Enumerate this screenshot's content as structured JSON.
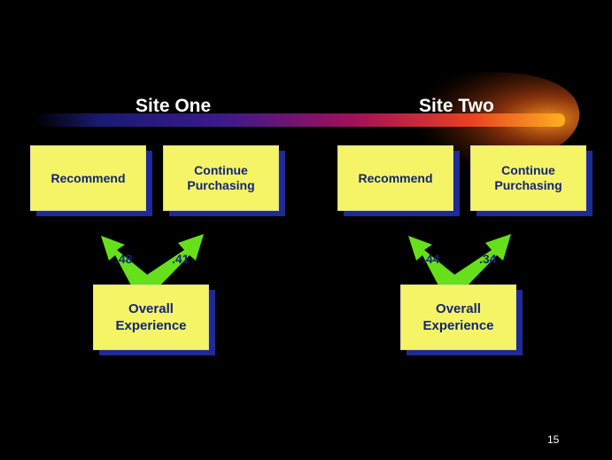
{
  "colors": {
    "background": "#000000",
    "box_fill": "#f4f466",
    "box_shadow": "#1e2a96",
    "box_text": "#14247a",
    "arrow": "#66e01a",
    "title_text": "#ffffff"
  },
  "sites": [
    {
      "title": "Site One",
      "recommend": "Recommend",
      "continue": "Continue\nPurchasing",
      "overall": "Overall\nExperience",
      "coef_recommend": ".48",
      "coef_continue": ".41"
    },
    {
      "title": "Site Two",
      "recommend": "Recommend",
      "continue": "Continue\nPurchasing",
      "overall": "Overall\nExperience",
      "coef_recommend": ".44",
      "coef_continue": ".34"
    }
  ],
  "page_number": "15"
}
